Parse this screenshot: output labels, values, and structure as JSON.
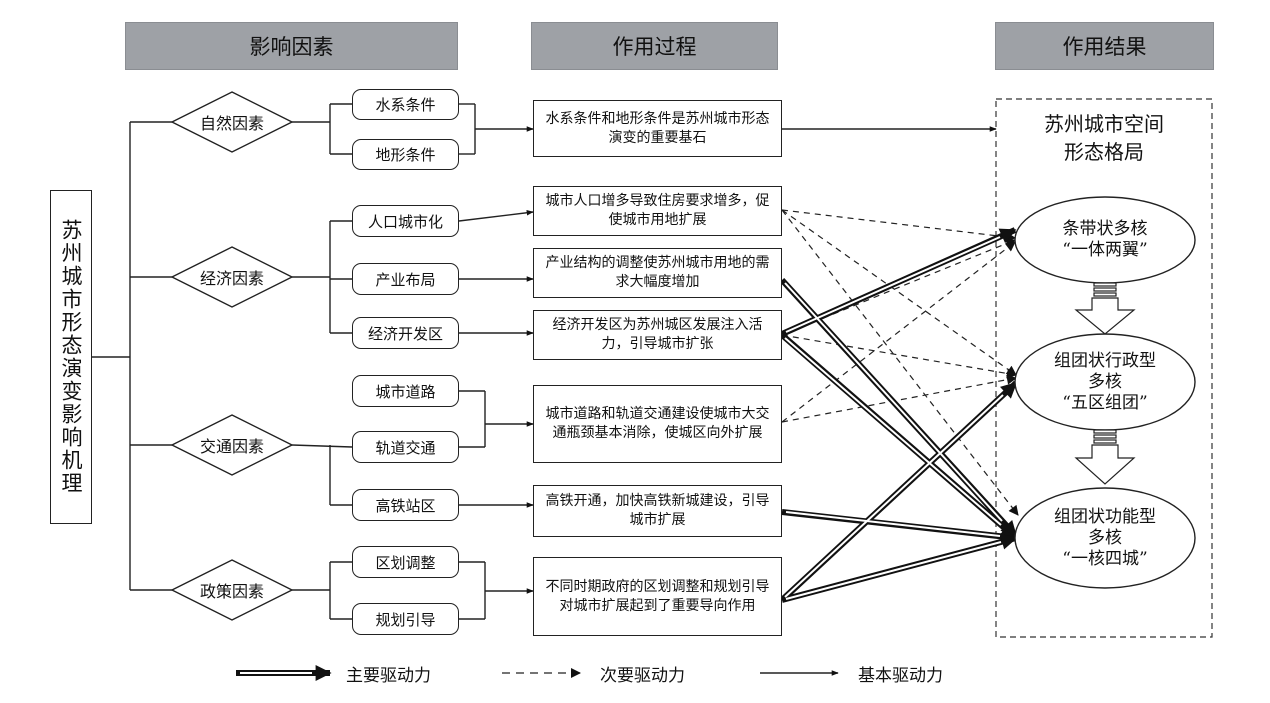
{
  "headers": {
    "factors": "影响因素",
    "process": "作用过程",
    "result": "作用结果"
  },
  "root_label": "苏州城市形态演变影响机理",
  "factors": {
    "natural": "自然因素",
    "economic": "经济因素",
    "traffic": "交通因素",
    "policy": "政策因素"
  },
  "sub_factors": {
    "water": "水系条件",
    "terrain": "地形条件",
    "population": "人口城市化",
    "industry": "产业布局",
    "dev_zone": "经济开发区",
    "roads": "城市道路",
    "rail": "轨道交通",
    "hsr": "高铁站区",
    "district": "区划调整",
    "planning": "规划引导"
  },
  "process": {
    "p1": "水系条件和地形条件是苏州城市形态演变的重要基石",
    "p2": "城市人口增多导致住房要求增多，促使城市用地扩展",
    "p3": "产业结构的调整使苏州城市用地的需求大幅度增加",
    "p4": "经济开发区为苏州城区发展注入活力，引导城市扩张",
    "p5": "城市道路和轨道交通建设使城市大交通瓶颈基本消除，使城区向外扩展",
    "p6": "高铁开通，加快高铁新城建设，引导城市扩展",
    "p7": "不同时期政府的区划调整和规划引导对城市扩展起到了重要导向作用"
  },
  "result_title": {
    "line1": "苏州城市空间",
    "line2": "形态格局"
  },
  "results": {
    "r1": {
      "line1": "条带状多核",
      "line2": "“一体两翼”"
    },
    "r2": {
      "line1": "组团状行政型",
      "line2": "多核",
      "line3": "“五区组团”"
    },
    "r3": {
      "line1": "组团状功能型",
      "line2": "多核",
      "line3": "“一核四城”"
    }
  },
  "legend": {
    "primary": "主要驱动力",
    "secondary": "次要驱动力",
    "basic": "基本驱动力"
  }
}
